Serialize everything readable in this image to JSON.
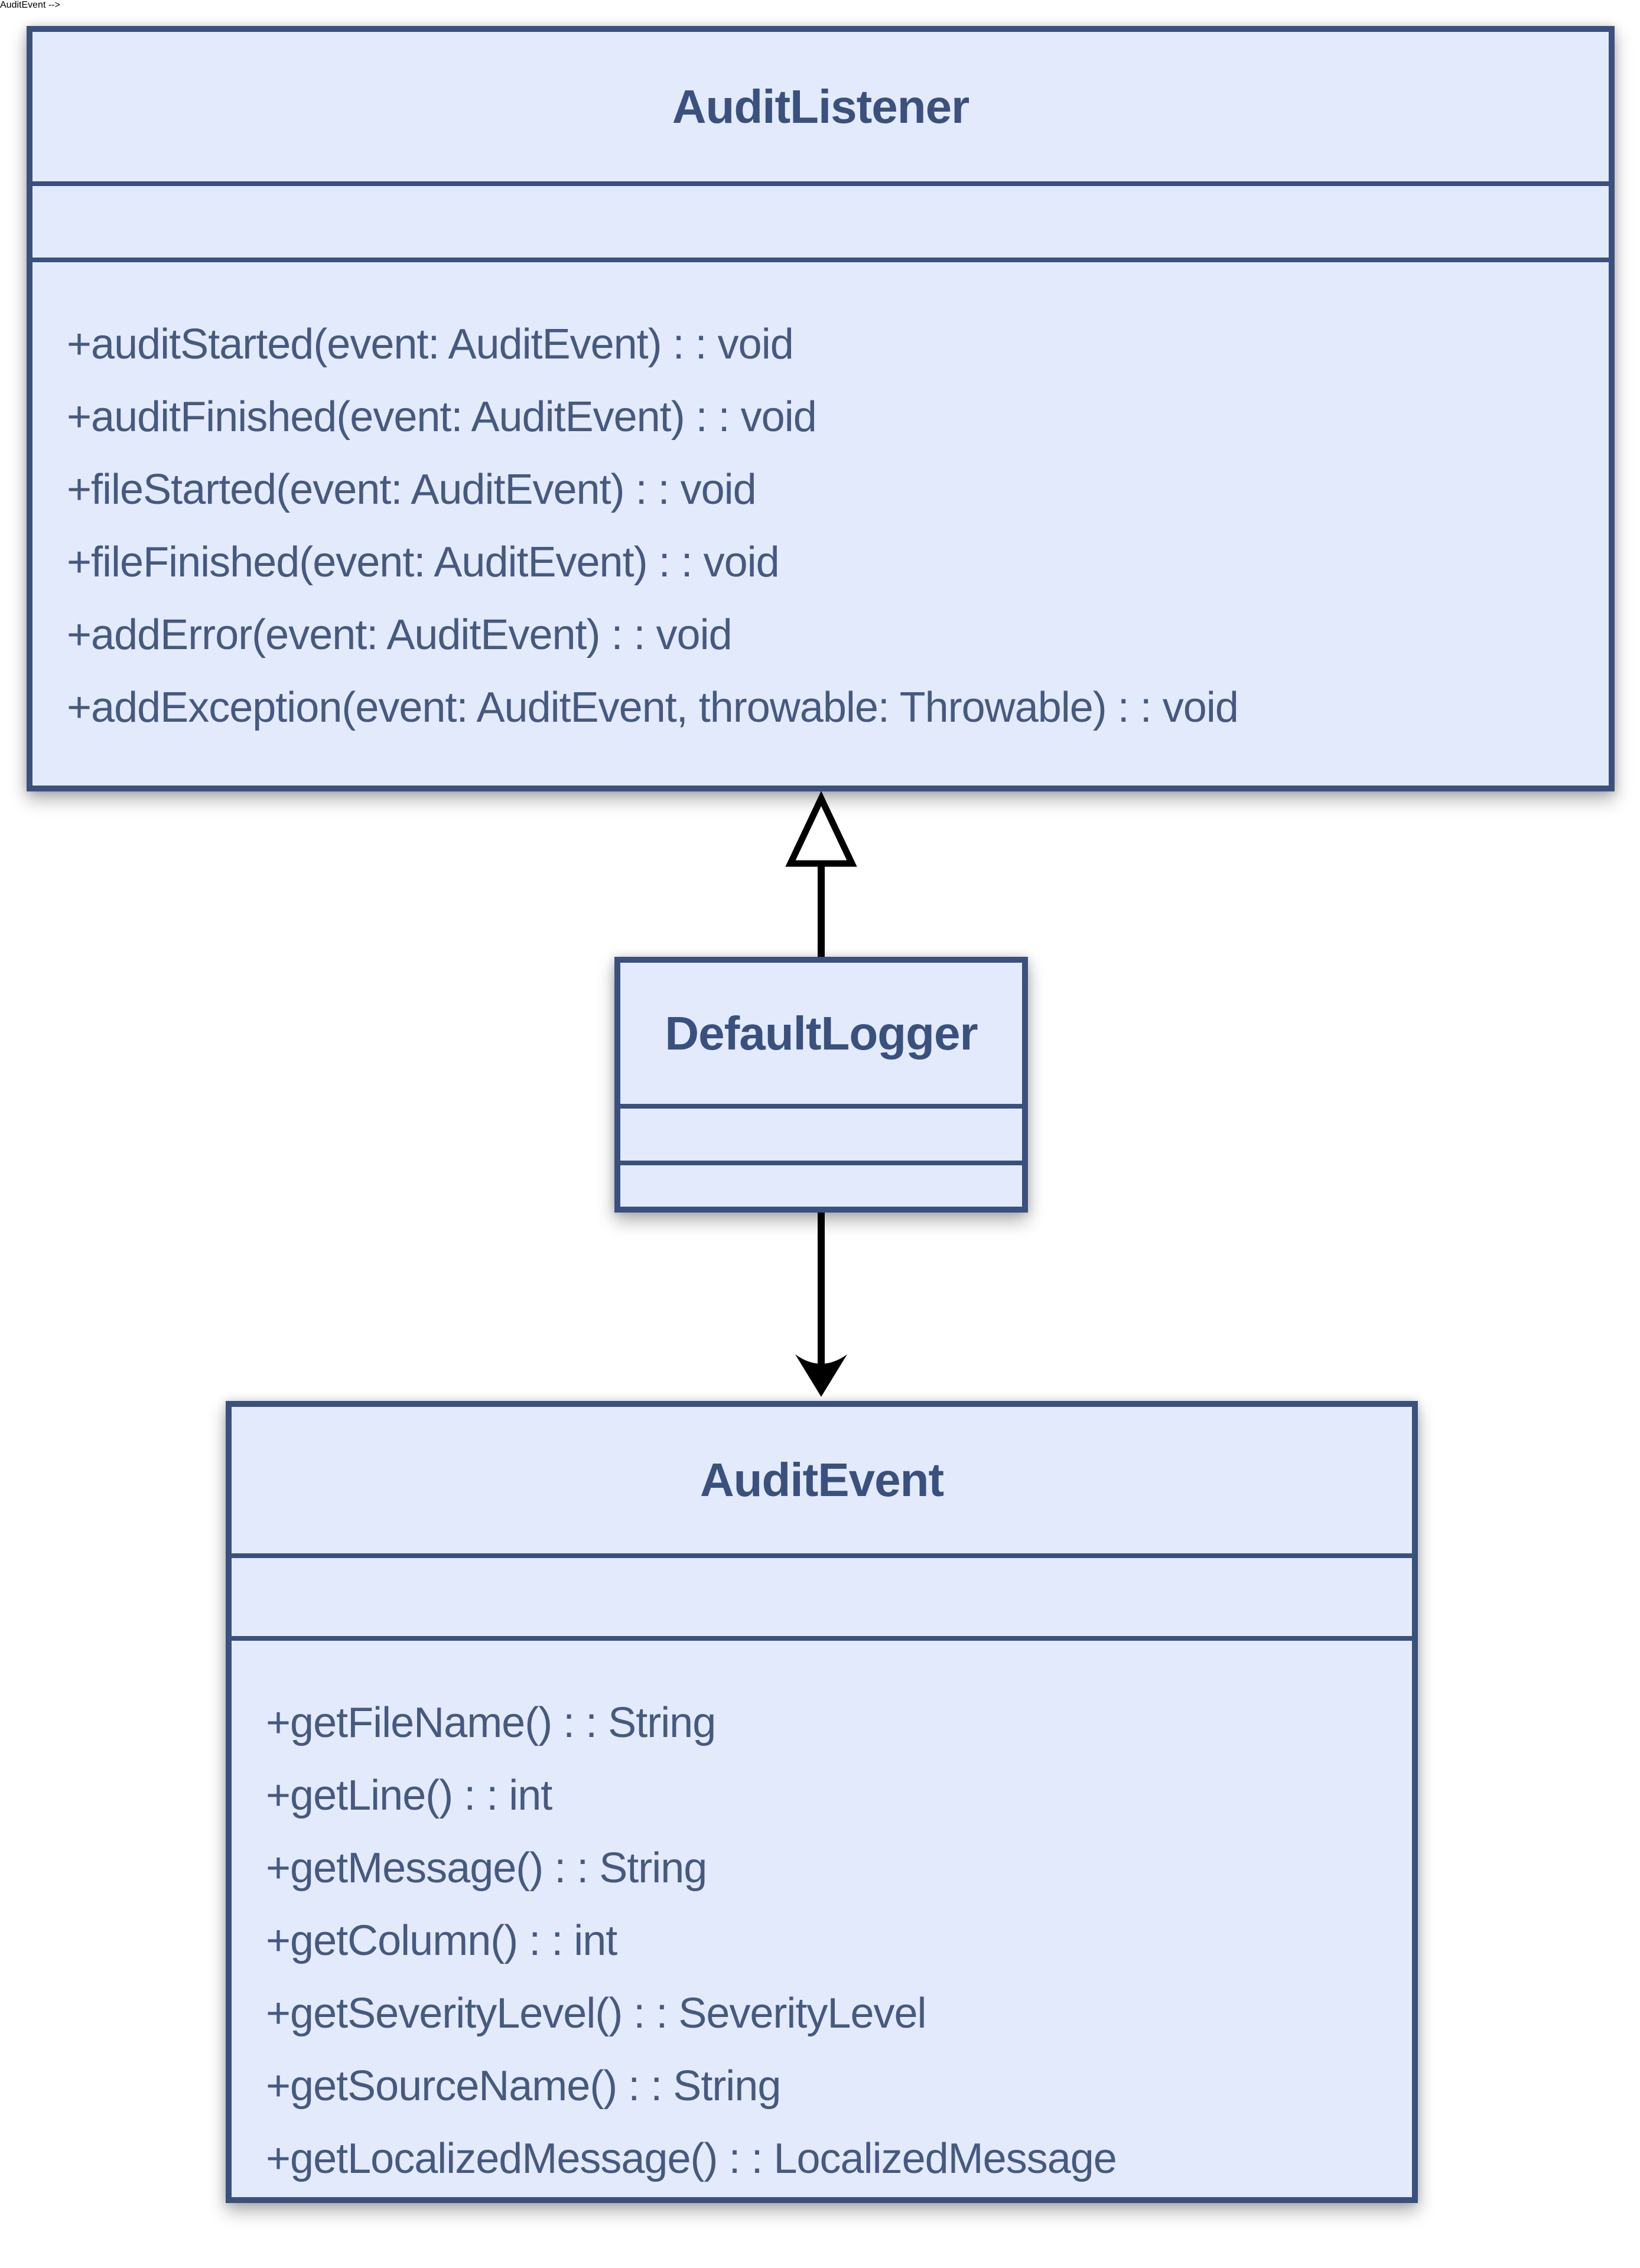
{
  "diagram": {
    "kind": "uml-class-diagram",
    "colors": {
      "background": "#ffffff",
      "box_fill": "#e3eafb",
      "box_border": "#3a517e",
      "title_text": "#3a517e",
      "method_text": "#46597f",
      "arrow": "#000000",
      "triangle_fill": "#ffffff"
    },
    "classes": [
      {
        "name": "AuditListener",
        "attributes": [],
        "methods": [
          "+auditStarted(event: AuditEvent) : : void",
          "+auditFinished(event: AuditEvent) : : void",
          "+fileStarted(event: AuditEvent) : : void",
          "+fileFinished(event: AuditEvent) : : void",
          "+addError(event: AuditEvent) : : void",
          "+addException(event: AuditEvent, throwable: Throwable) : : void"
        ]
      },
      {
        "name": "DefaultLogger",
        "attributes": [],
        "methods": []
      },
      {
        "name": "AuditEvent",
        "attributes": [],
        "methods": [
          "+getFileName() : : String",
          "+getLine() : : int",
          "+getMessage() : : String",
          "+getColumn() : : int",
          "+getSeverityLevel() : : SeverityLevel",
          "+getSourceName() : : String",
          "+getLocalizedMessage() : : LocalizedMessage"
        ]
      }
    ],
    "relationships": [
      {
        "type": "realization",
        "from": "DefaultLogger",
        "to": "AuditListener",
        "arrowhead": "hollow-triangle"
      },
      {
        "type": "association",
        "from": "DefaultLogger",
        "to": "AuditEvent",
        "arrowhead": "open-vee"
      }
    ]
  }
}
